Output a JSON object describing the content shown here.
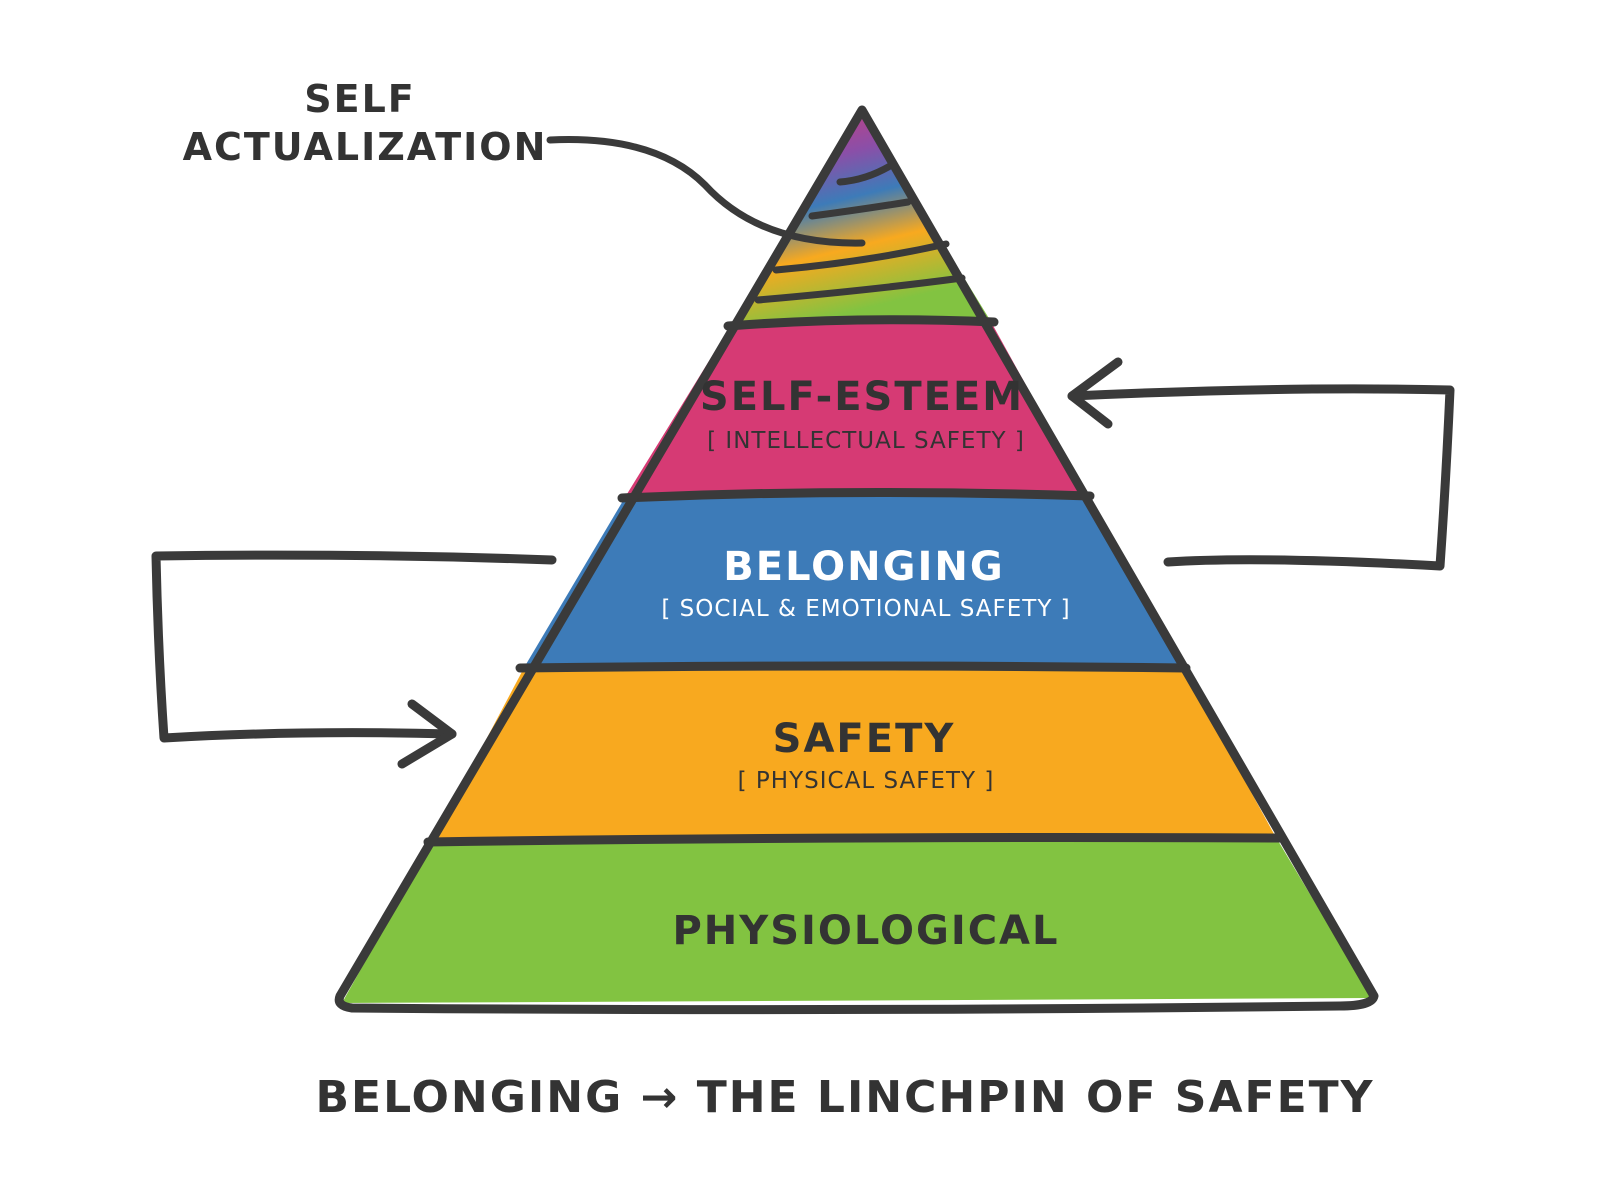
{
  "colors": {
    "self_actualization": "#d63a74",
    "self_esteem": "#d63a74",
    "belonging": "#3d7bb8",
    "safety": "#f8a91f",
    "physiological": "#82c341",
    "ink": "#3a3a3a"
  },
  "self_actualization_label": {
    "line1": "SELF",
    "line2": "ACTUALIZATION"
  },
  "tiers": [
    {
      "title": "SELF-ESTEEM",
      "subtitle": "[ INTELLECTUAL SAFETY ]"
    },
    {
      "title": "BELONGING",
      "subtitle": "[ SOCIAL & EMOTIONAL SAFETY ]"
    },
    {
      "title": "SAFETY",
      "subtitle": "[ PHYSICAL SAFETY ]"
    },
    {
      "title": "PHYSIOLOGICAL",
      "subtitle": ""
    }
  ],
  "caption": "BELONGING → THE LINCHPIN OF SAFETY"
}
